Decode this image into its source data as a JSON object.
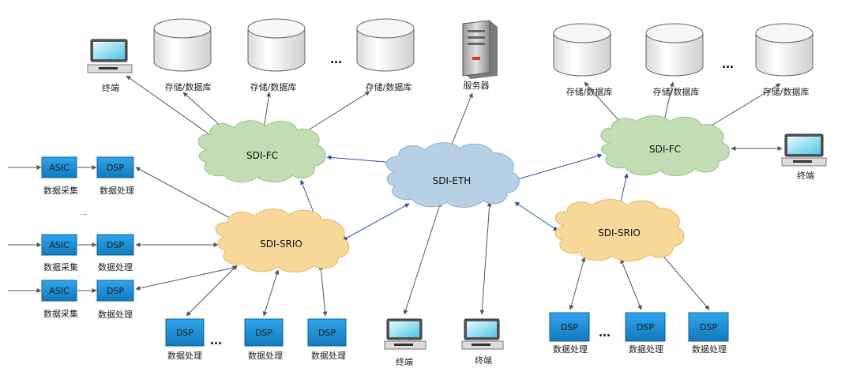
{
  "clouds": {
    "fc_left": "SDI-FC",
    "fc_right": "SDI-FC",
    "eth": "SDI-ETH",
    "srio_left": "SDI-SRIO",
    "srio_right": "SDI-SRIO"
  },
  "labels": {
    "terminal": "终端",
    "storage": "存储/数据库",
    "server": "服务器",
    "acquisition": "数据采集",
    "processing": "数据处理",
    "asic": "ASIC",
    "dsp": "DSP",
    "ellipsis": "…",
    "dots_small": "..."
  },
  "colors": {
    "cloud_fc": "#c2dcb4",
    "cloud_eth": "#b6d0e6",
    "cloud_srio": "#f8d99a",
    "chip": "#1f90d6",
    "link_blue": "#2f4fb0",
    "link_gray": "#555555"
  }
}
